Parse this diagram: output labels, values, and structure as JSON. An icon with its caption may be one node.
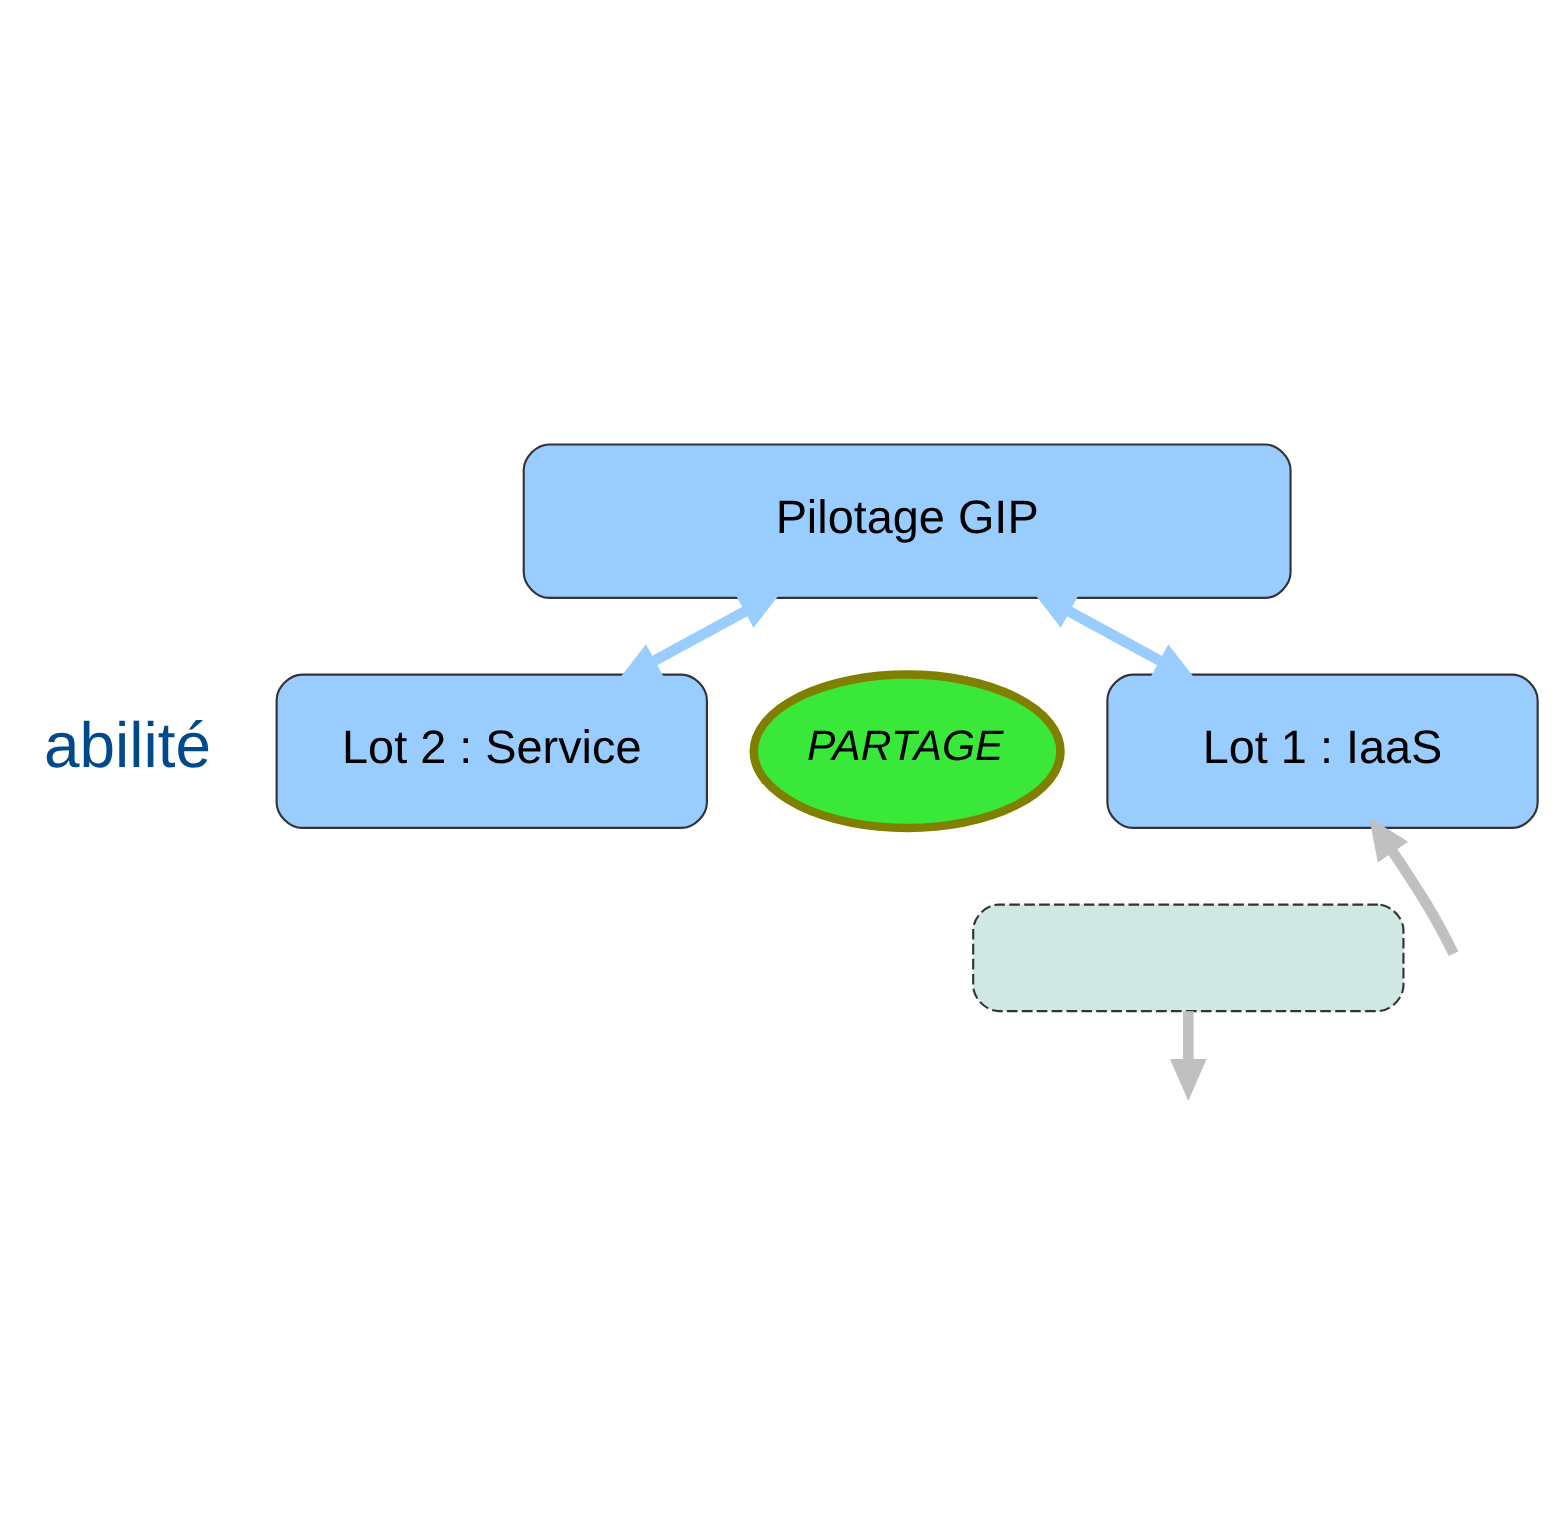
{
  "diagram": {
    "nodes": [
      {
        "text": [
          "Pilotage GIP"
        ]
      },
      {
        "text": [
          "Lot 2 : Service"
        ]
      },
      {
        "text": [
          "PARTAGE"
        ]
      },
      {
        "text": [
          "Lot 1 : IaaS"
        ]
      },
      {
        "text": [],
        "shape": "box"
      }
    ],
    "edges": [
      {
        "from": 0,
        "to": 1,
        "arrow": "both",
        "color": "#99ccff"
      },
      {
        "from": 0,
        "to": 3,
        "arrow": "both",
        "color": "#99ccff"
      },
      {
        "from": null,
        "to": 3,
        "arrow": "to",
        "color": "#c0c0c0"
      },
      {
        "from": 4,
        "to": null,
        "arrow": "to",
        "color": "#c0c0c0"
      }
    ],
    "labels": [
      "abilité"
    ]
  }
}
